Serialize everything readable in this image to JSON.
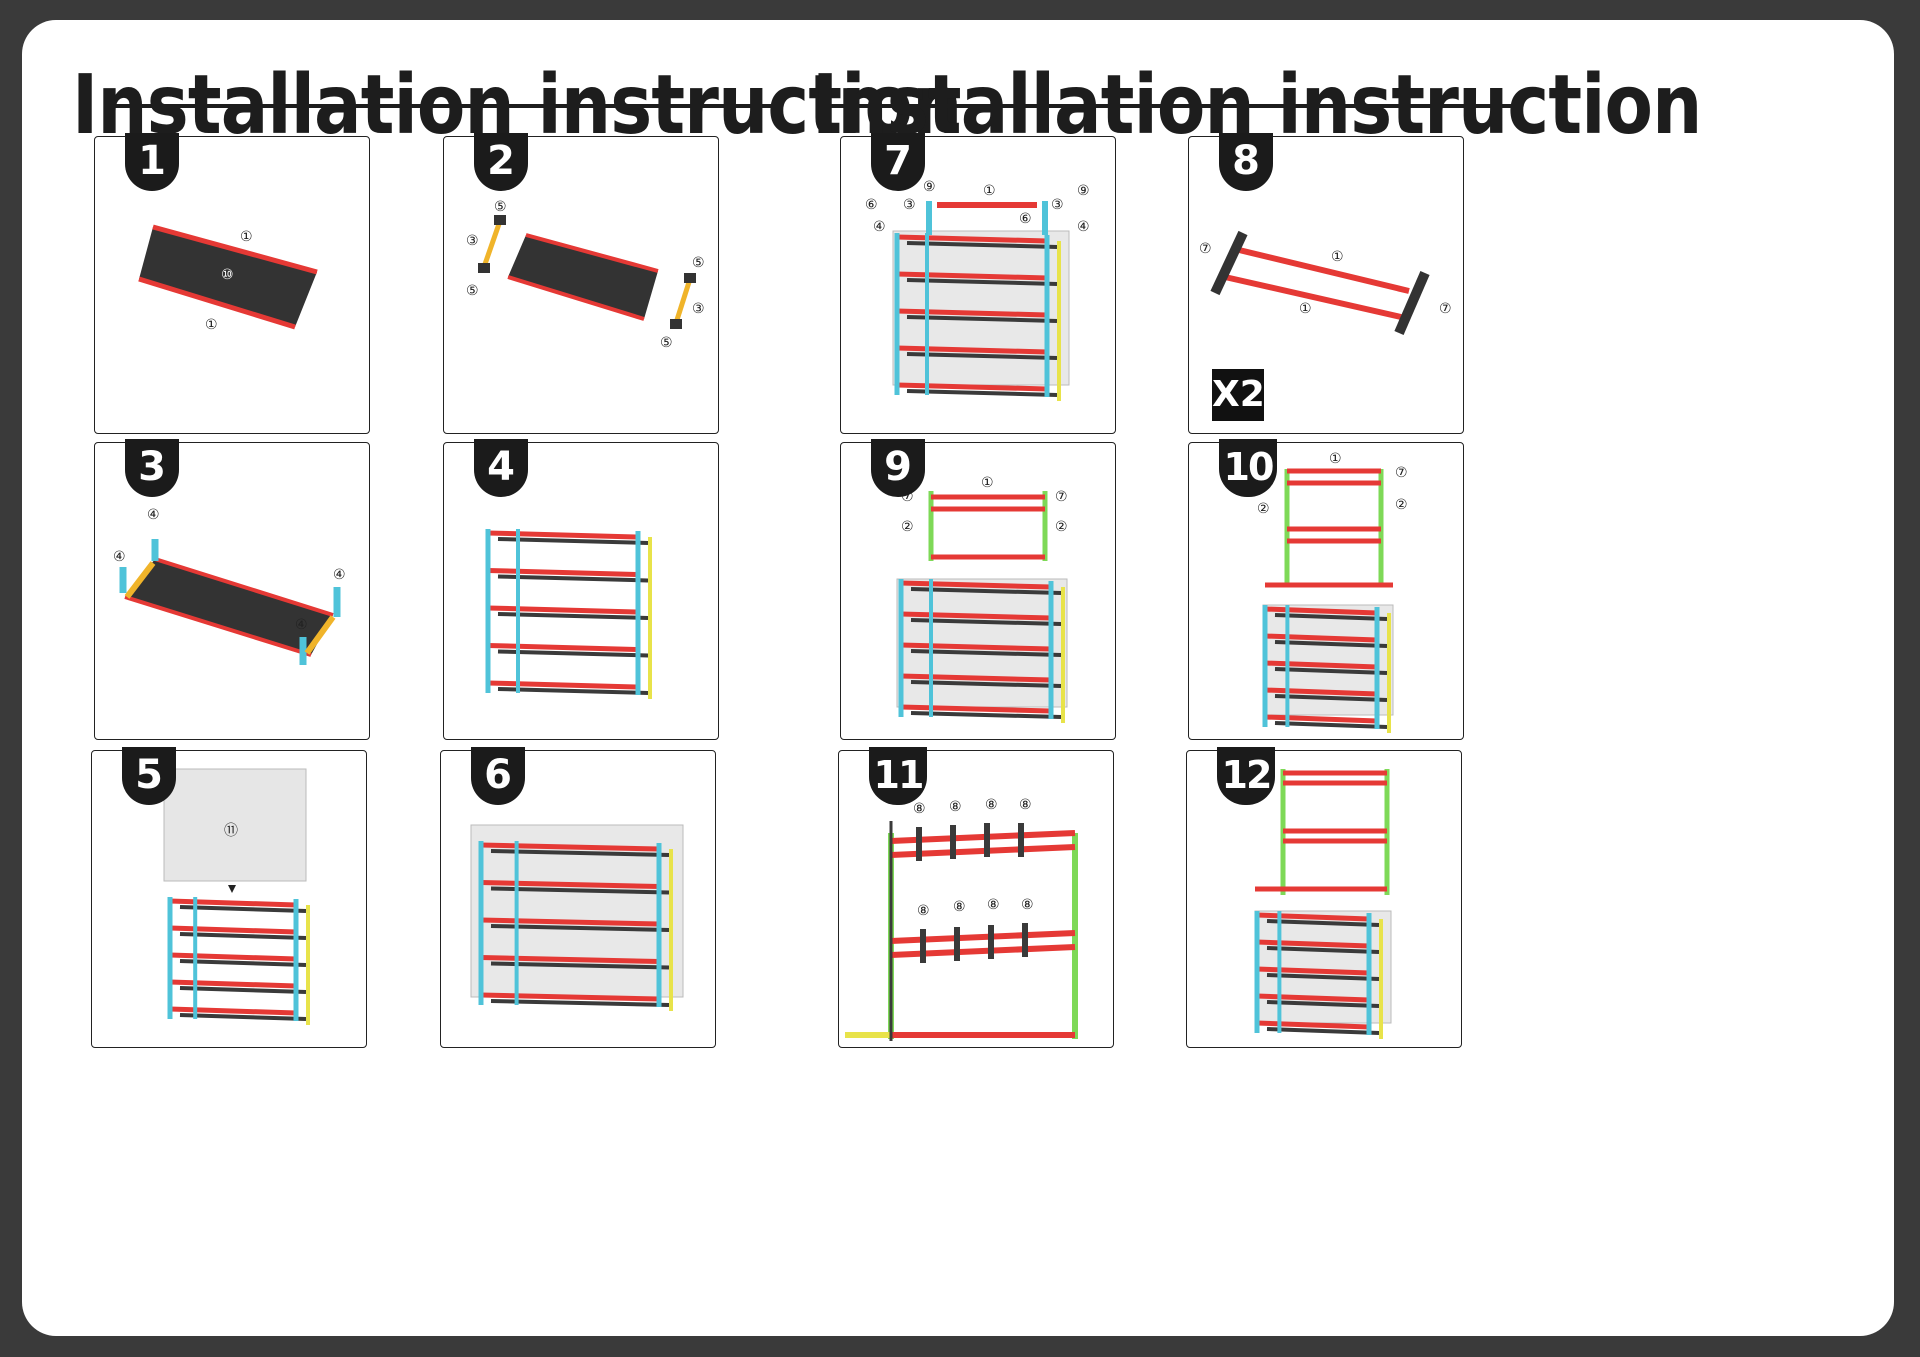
{
  "titles": [
    "Installation instruction",
    "Installation instruction"
  ],
  "steps": [
    "1",
    "2",
    "3",
    "4",
    "5",
    "6",
    "7",
    "8",
    "9",
    "10",
    "11",
    "12"
  ],
  "multiplier": "X2",
  "part_labels": {
    "p1": [
      "①",
      "⑩",
      "①"
    ],
    "p2": [
      "⑤",
      "③",
      "⑤",
      "⑤",
      "③",
      "⑤"
    ],
    "p3": [
      "④",
      "④",
      "④",
      "④"
    ],
    "p5": [
      "⑪"
    ],
    "p7": [
      "⑥",
      "⑨",
      "③",
      "④",
      "①",
      "⑥",
      "③",
      "⑨",
      "④"
    ],
    "p8": [
      "⑦",
      "①",
      "①",
      "⑦"
    ],
    "p9": [
      "①",
      "⑦",
      "⑦",
      "②",
      "②"
    ],
    "p10": [
      "①",
      "⑦",
      "⑦",
      "②",
      "②"
    ],
    "p11": [
      "⑧",
      "⑧",
      "⑧",
      "⑧",
      "⑧",
      "⑧",
      "⑧",
      "⑧"
    ]
  },
  "colors": {
    "red": "#e53935",
    "cyan": "#4fc3d9",
    "yellow": "#e8e34a",
    "green": "#7ed957",
    "dark": "#3a3a3a",
    "orange": "#f0b42a"
  }
}
